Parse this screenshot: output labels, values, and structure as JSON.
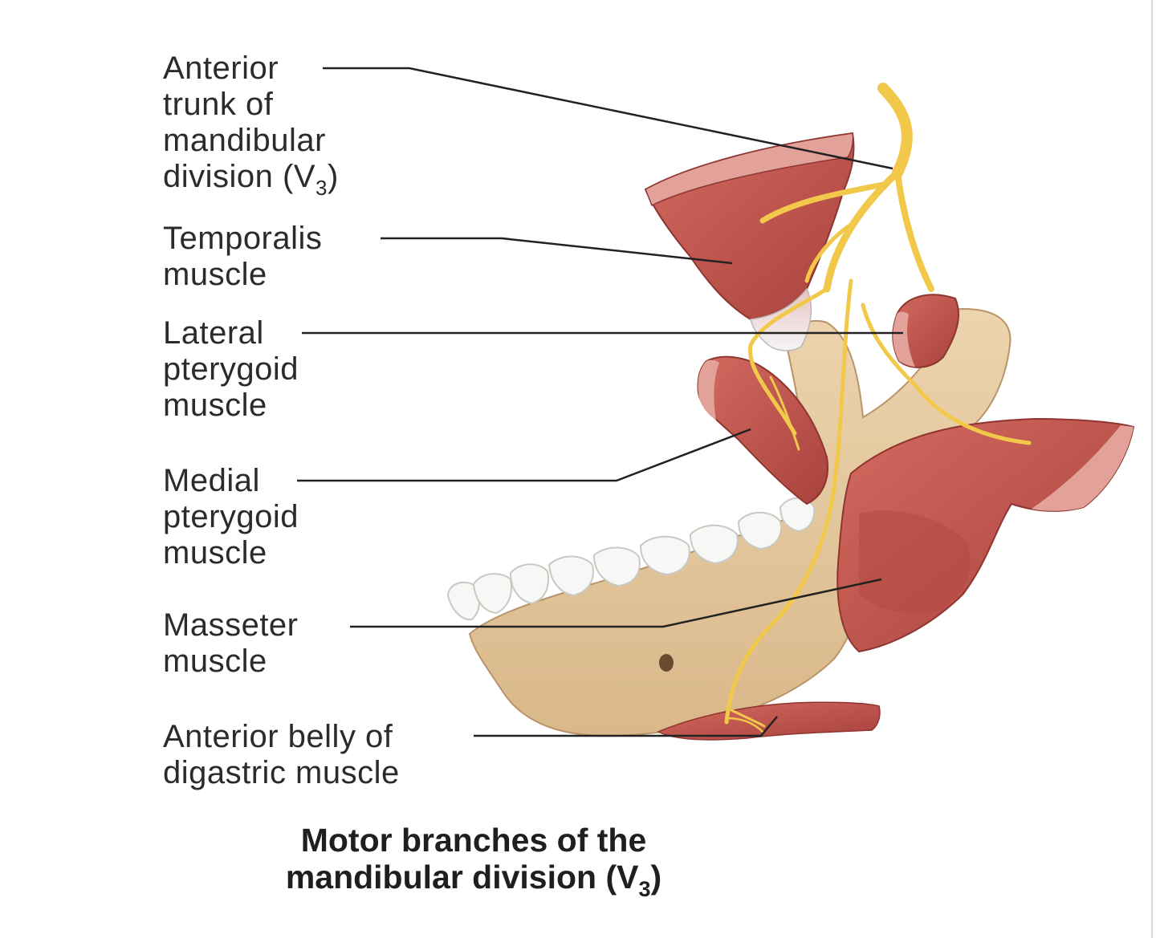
{
  "labels": {
    "anterior_trunk": {
      "line1": "Anterior",
      "line2": "trunk of",
      "line3": "mandibular",
      "line4_main": "division (V",
      "line4_sub": "3",
      "line4_end": ")"
    },
    "temporalis": {
      "line1": "Temporalis",
      "line2": "muscle"
    },
    "lateral_pterygoid": {
      "line1": "Lateral",
      "line2": "pterygoid",
      "line3": "muscle"
    },
    "medial_pterygoid": {
      "line1": "Medial",
      "line2": "pterygoid",
      "line3": "muscle"
    },
    "masseter": {
      "line1": "Masseter",
      "line2": "muscle"
    },
    "digastric": {
      "line1": "Anterior belly of",
      "line2": "digastric muscle"
    }
  },
  "caption": {
    "line1": "Motor branches of the",
    "line2_main": "mandibular division (V",
    "line2_sub": "3",
    "line2_end": ")"
  },
  "colors": {
    "bone": "#e6cba2",
    "muscle": "#c0554d",
    "muscle_dark": "#9b3a36",
    "nerve": "#f2c84b",
    "teeth": "#f7f7f5",
    "leader_line": "#222222"
  }
}
